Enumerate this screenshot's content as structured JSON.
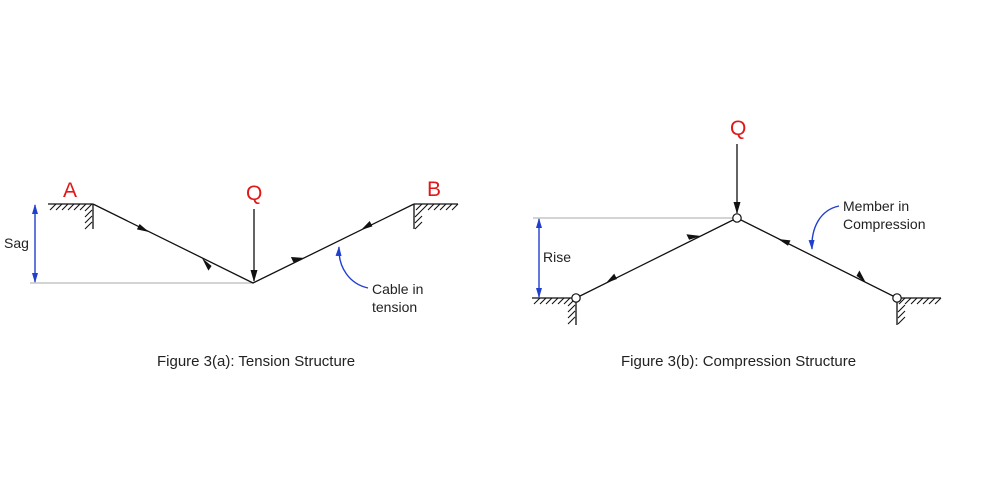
{
  "figures": {
    "tension": {
      "caption": "Figure 3(a):  Tension Structure",
      "support_left_label": "A",
      "support_right_label": "B",
      "load_label": "Q",
      "dimension_label": "Sag",
      "annotation_line1": "Cable in",
      "annotation_line2": "tension"
    },
    "compression": {
      "caption": "Figure 3(b):  Compression Structure",
      "load_label": "Q",
      "dimension_label": "Rise",
      "annotation_line1": "Member in",
      "annotation_line2": "Compression"
    }
  },
  "colors": {
    "point_label": "#e01818",
    "dimension": "#1f3fcf",
    "line": "#111111",
    "reference_line": "#aaaaaa"
  }
}
